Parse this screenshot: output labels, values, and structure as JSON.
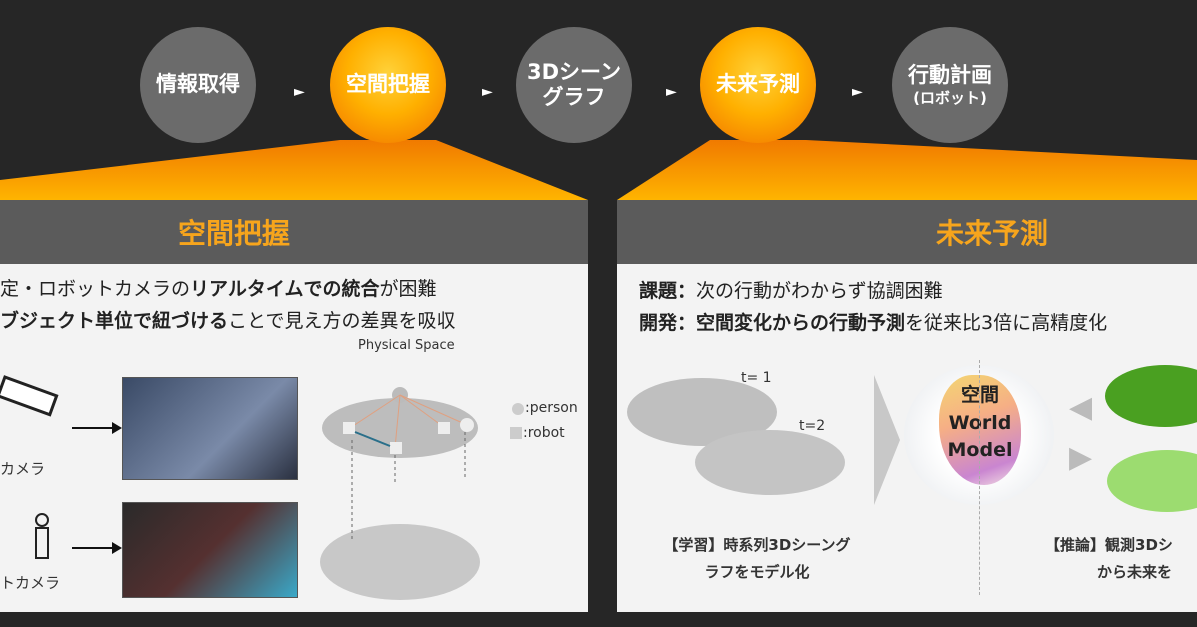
{
  "pipeline": [
    {
      "label": "情報取得",
      "sub": "",
      "highlight": false
    },
    {
      "label": "空間把握",
      "sub": "",
      "highlight": true
    },
    {
      "label": "3Dシーン\nグラフ",
      "line1": "3Dシーン",
      "line2": "グラフ",
      "sub": "",
      "highlight": false
    },
    {
      "label": "未来予測",
      "sub": "",
      "highlight": true
    },
    {
      "label": "行動計画",
      "sub": "(ロボット)",
      "highlight": false
    }
  ],
  "arrow_glyph": "►",
  "colors": {
    "background": "#262626",
    "accent": "#f7a51c",
    "panel_header": "#5b5b5b",
    "panel_body": "#f3f3f3"
  },
  "left": {
    "title": "空間把握",
    "line1": {
      "a": "定・ロボットカメラの",
      "b": "リアルタイムでの統合",
      "c": "が困難"
    },
    "line2": {
      "a": "ブジェクト単位で紐づける",
      "b": "ことで見え方の差異を吸収"
    },
    "physical_space": "Physical Space",
    "legend_person": ":person",
    "legend_robot": ":robot",
    "camera1": "カメラ",
    "camera2": "トカメラ"
  },
  "right": {
    "title": "未来予測",
    "issue_label": "課題：",
    "issue_text": "次の行動がわからず協調困難",
    "dev_label": "開発：",
    "dev_bold": "空間変化からの行動予測",
    "dev_text": "を従来比3倍に高精度化",
    "t1": "t= 1",
    "t2": "t=2",
    "model1": "空間",
    "model2": "World",
    "model3": "Model",
    "learn1": "【学習】時系列3Dシーング",
    "learn2": "ラフをモデル化",
    "infer1": "【推論】観測3Dシ",
    "infer2": "から未来を"
  }
}
